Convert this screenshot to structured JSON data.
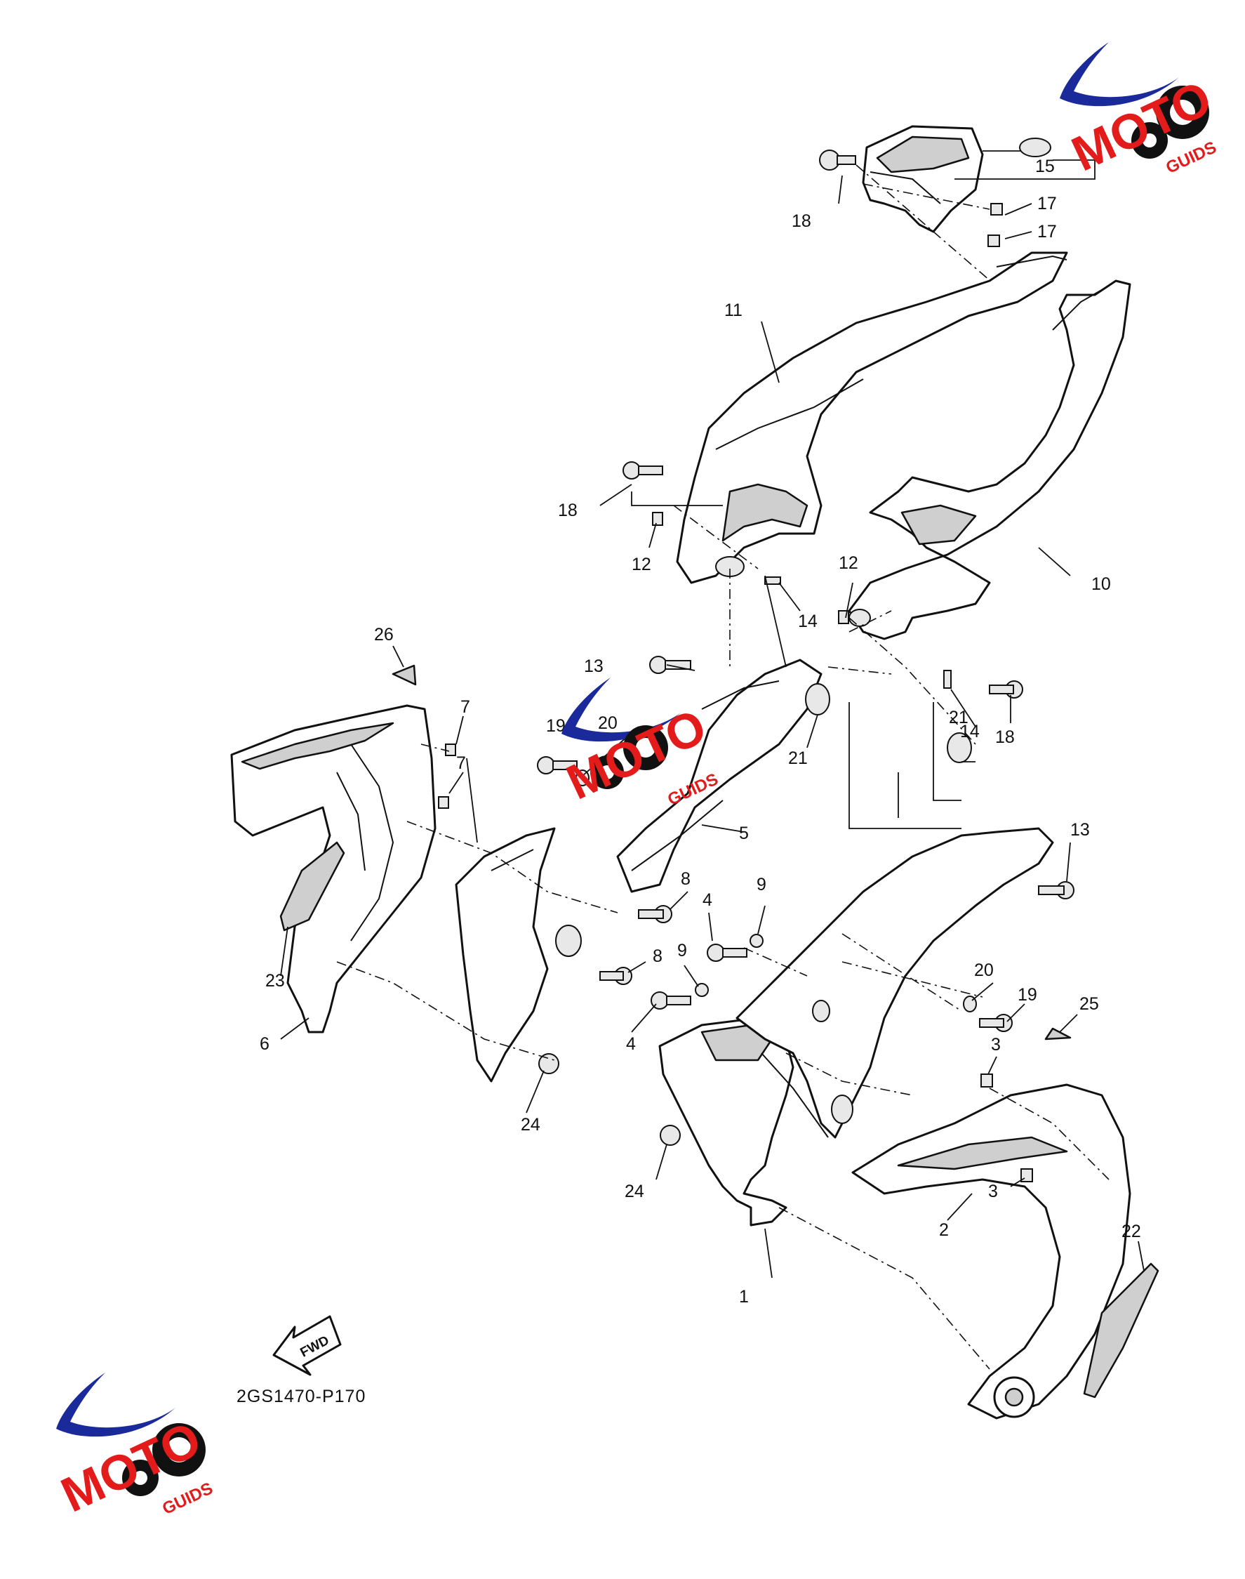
{
  "diagram": {
    "part_code": "2GS1470-P170",
    "fwd_label": "FWD",
    "callouts": [
      {
        "id": "c1",
        "label": "1"
      },
      {
        "id": "c2",
        "label": "2"
      },
      {
        "id": "c3a",
        "label": "3"
      },
      {
        "id": "c3b",
        "label": "3"
      },
      {
        "id": "c4a",
        "label": "4"
      },
      {
        "id": "c4b",
        "label": "4"
      },
      {
        "id": "c5",
        "label": "5"
      },
      {
        "id": "c6",
        "label": "6"
      },
      {
        "id": "c7a",
        "label": "7"
      },
      {
        "id": "c7b",
        "label": "7"
      },
      {
        "id": "c8a",
        "label": "8"
      },
      {
        "id": "c8b",
        "label": "8"
      },
      {
        "id": "c9a",
        "label": "9"
      },
      {
        "id": "c9b",
        "label": "9"
      },
      {
        "id": "c10",
        "label": "10"
      },
      {
        "id": "c11",
        "label": "11"
      },
      {
        "id": "c12a",
        "label": "12"
      },
      {
        "id": "c12b",
        "label": "12"
      },
      {
        "id": "c13a",
        "label": "13"
      },
      {
        "id": "c13b",
        "label": "13"
      },
      {
        "id": "c14a",
        "label": "14"
      },
      {
        "id": "c14b",
        "label": "14"
      },
      {
        "id": "c15",
        "label": "15"
      },
      {
        "id": "c17a",
        "label": "17"
      },
      {
        "id": "c17b",
        "label": "17"
      },
      {
        "id": "c18a",
        "label": "18"
      },
      {
        "id": "c18b",
        "label": "18"
      },
      {
        "id": "c18c",
        "label": "18"
      },
      {
        "id": "c19a",
        "label": "19"
      },
      {
        "id": "c19b",
        "label": "19"
      },
      {
        "id": "c20a",
        "label": "20"
      },
      {
        "id": "c20b",
        "label": "20"
      },
      {
        "id": "c21a",
        "label": "21"
      },
      {
        "id": "c21b",
        "label": "21"
      },
      {
        "id": "c22",
        "label": "22"
      },
      {
        "id": "c23",
        "label": "23"
      },
      {
        "id": "c24a",
        "label": "24"
      },
      {
        "id": "c24b",
        "label": "24"
      },
      {
        "id": "c25",
        "label": "25"
      },
      {
        "id": "c26",
        "label": "26"
      }
    ]
  },
  "watermark": {
    "brand_main": "MOTO",
    "brand_suffix": "GUIDS",
    "colors": {
      "red": "#e31b1b",
      "blue": "#1a2a9a",
      "black": "#111111"
    }
  }
}
